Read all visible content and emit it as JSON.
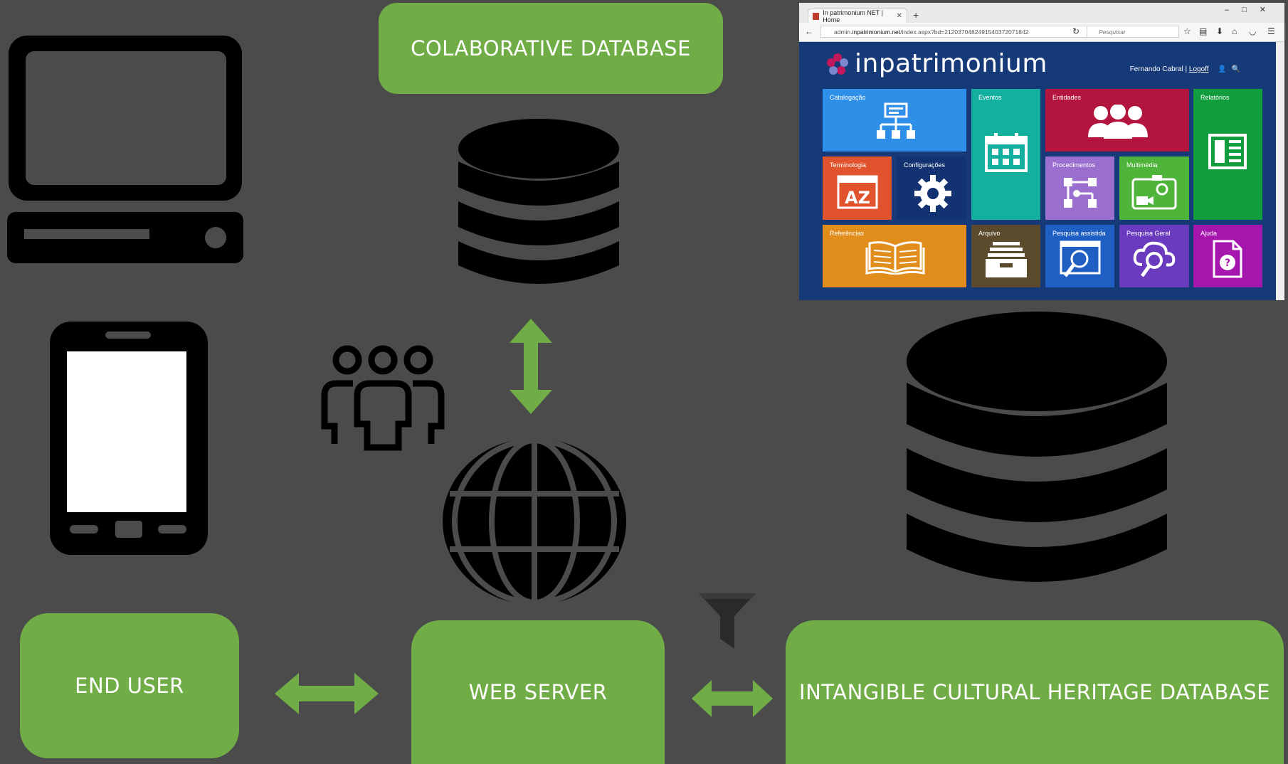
{
  "diagram": {
    "labels": {
      "colaborative_database": "COLABORATIVE DATABASE",
      "end_user": "END USER",
      "web_server": "WEB SERVER",
      "ich_database": "INTANGIBLE CULTURAL HERITAGE DATABASE"
    },
    "colors": {
      "background": "#4b4b4b",
      "box_green": "#70ad47",
      "icon_black": "#000000"
    }
  },
  "browser": {
    "tab_title": "In patrimonium NET | Home",
    "url_prefix": "admin.",
    "url_domain": "inpatrimonium.net",
    "url_rest": "/index.aspx?bd=2120370482491540372071842",
    "search_placeholder": "Pesquisar",
    "logo_text": "inpatrimonium",
    "user_name": "Fernando Cabral |",
    "logoff_label": "Logoff",
    "page_bg": "#163a78",
    "tiles": {
      "catalogacao": "Catalogação",
      "eventos": "Eventos",
      "entidades": "Entidades",
      "relatorios": "Relatórios",
      "terminologia": "Terminologia",
      "configuracoes": "Configurações",
      "procedimentos": "Procedimentos",
      "multimedia": "Multimédia",
      "referencias": "Referências",
      "arquivo": "Arquivo",
      "pesquisa_assistida": "Pesquisa assistida",
      "pesquisa_geral": "Pesquisa Geral",
      "ajuda": "Ajuda"
    },
    "tile_icons": {
      "terminologia_text": "AZ"
    }
  }
}
